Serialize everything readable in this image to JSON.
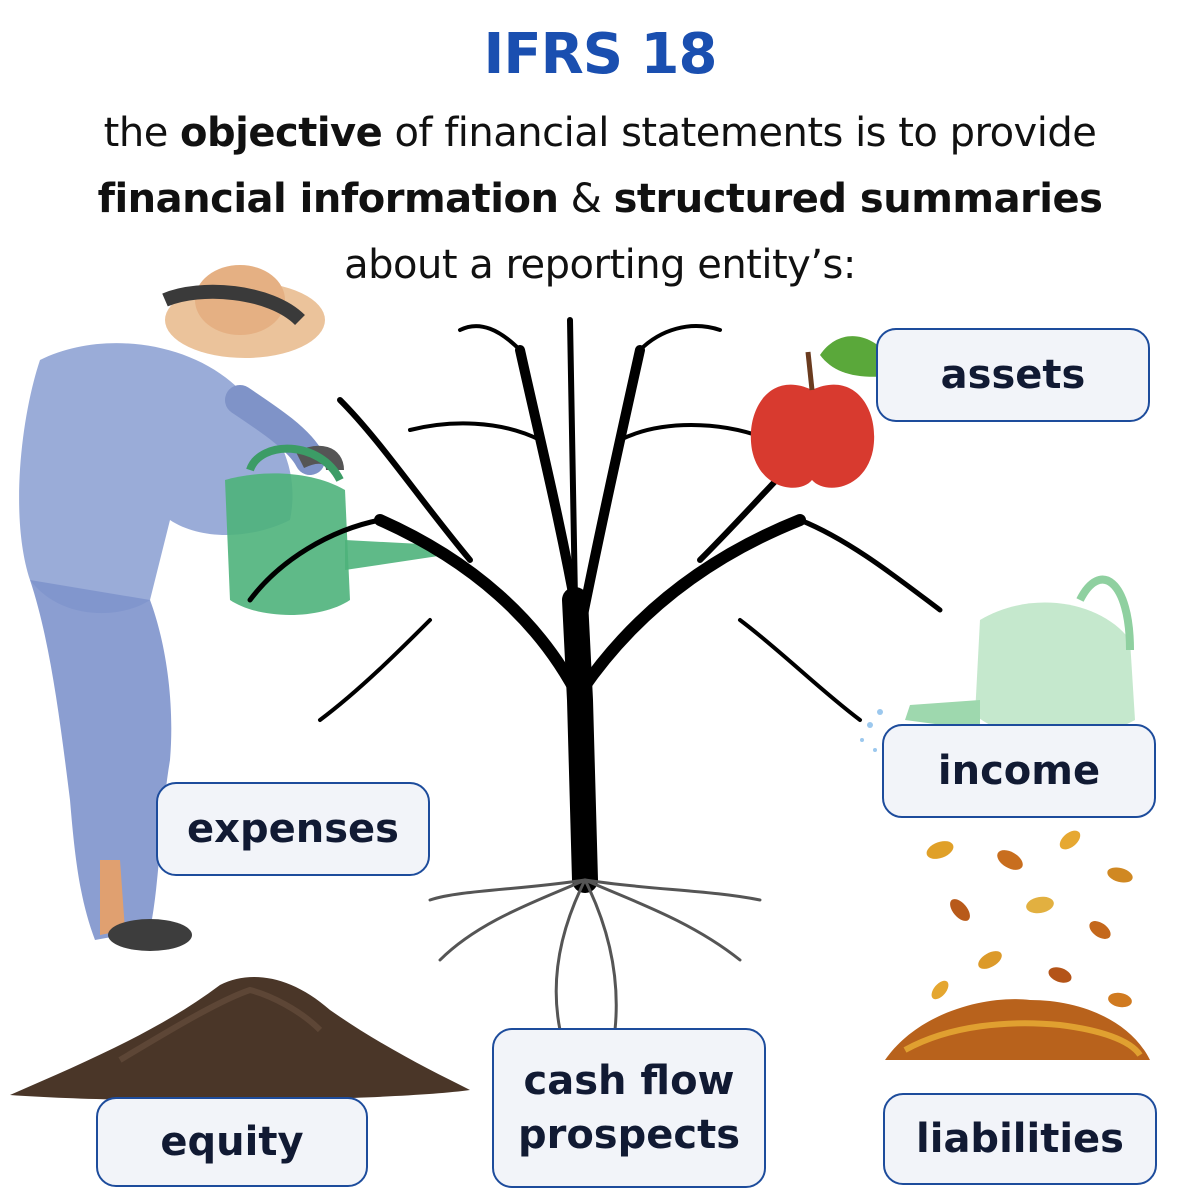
{
  "header": {
    "title": "IFRS 18",
    "line1": {
      "pre": "the ",
      "b1": "objective",
      "post": " of financial statements is to provide"
    },
    "line2": {
      "b1": "financial information",
      "mid": " & ",
      "b2": "structured summaries"
    },
    "line3": "about a reporting entity’s:"
  },
  "labels": {
    "assets": "assets",
    "income": "income",
    "expenses": "expenses",
    "equity": "equity",
    "cashflow_1": "cash flow",
    "cashflow_2": "prospects",
    "liabilities": "liabilities"
  },
  "colors": {
    "title": "#1a4fb0",
    "label_border": "#1d4c9c",
    "label_fill": "#f2f4f9"
  },
  "icons": [
    "gardener-illustration",
    "watering-can-icon",
    "tree-illustration",
    "apple-icon",
    "soil-pile-icon",
    "falling-leaves-icon"
  ]
}
